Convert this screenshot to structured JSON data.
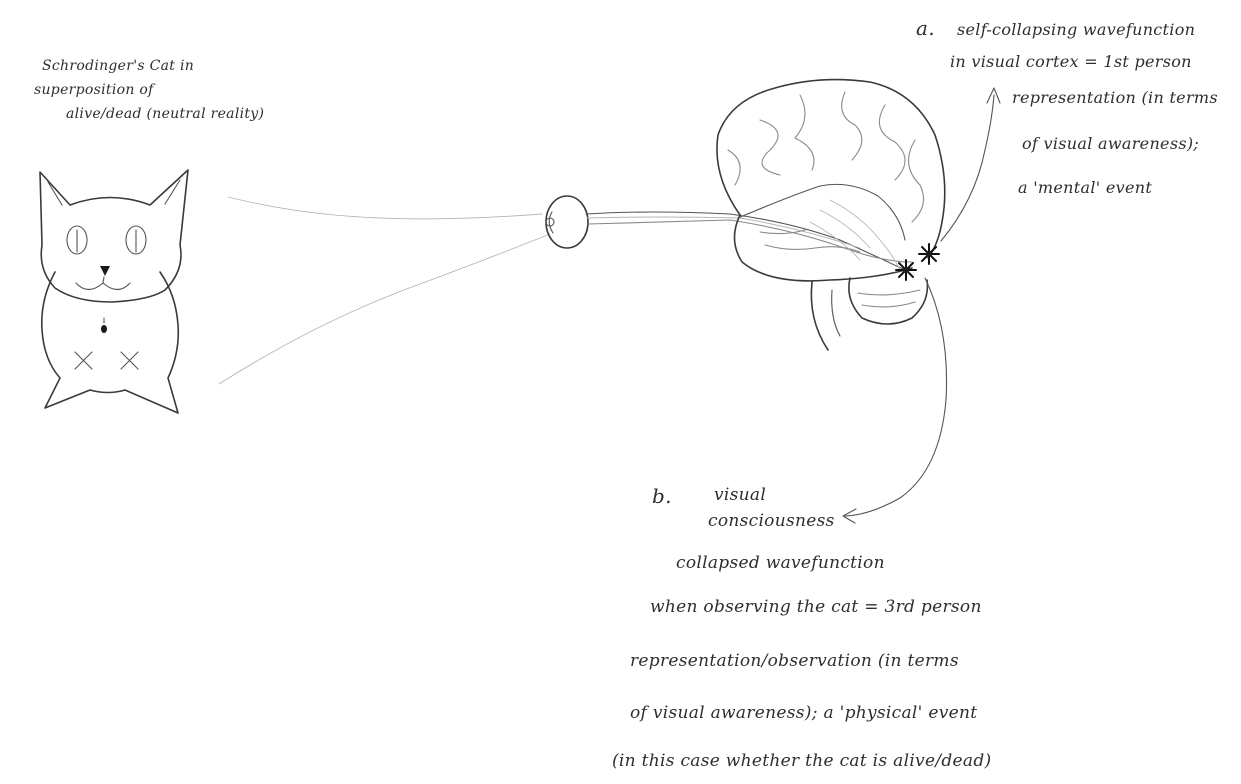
{
  "cat_caption": {
    "line1": "Schrodinger's Cat in",
    "line2": "superposition of",
    "line3": "alive/dead (neutral reality)"
  },
  "label_a": {
    "letter": "a.",
    "line1": "self-collapsing wavefunction",
    "line2": "in visual cortex = 1st person",
    "line3": "representation (in terms",
    "line4": "of visual awareness);",
    "line5": "a 'mental' event"
  },
  "label_b": {
    "letter": "b.",
    "line1": "visual",
    "line2": "consciousness",
    "line3": "collapsed wavefunction",
    "line4": "when observing the cat = 3rd person",
    "line5": "representation/observation (in terms",
    "line6": "of visual awareness); a 'physical' event",
    "line7": "(in this case whether the cat is alive/dead)"
  }
}
